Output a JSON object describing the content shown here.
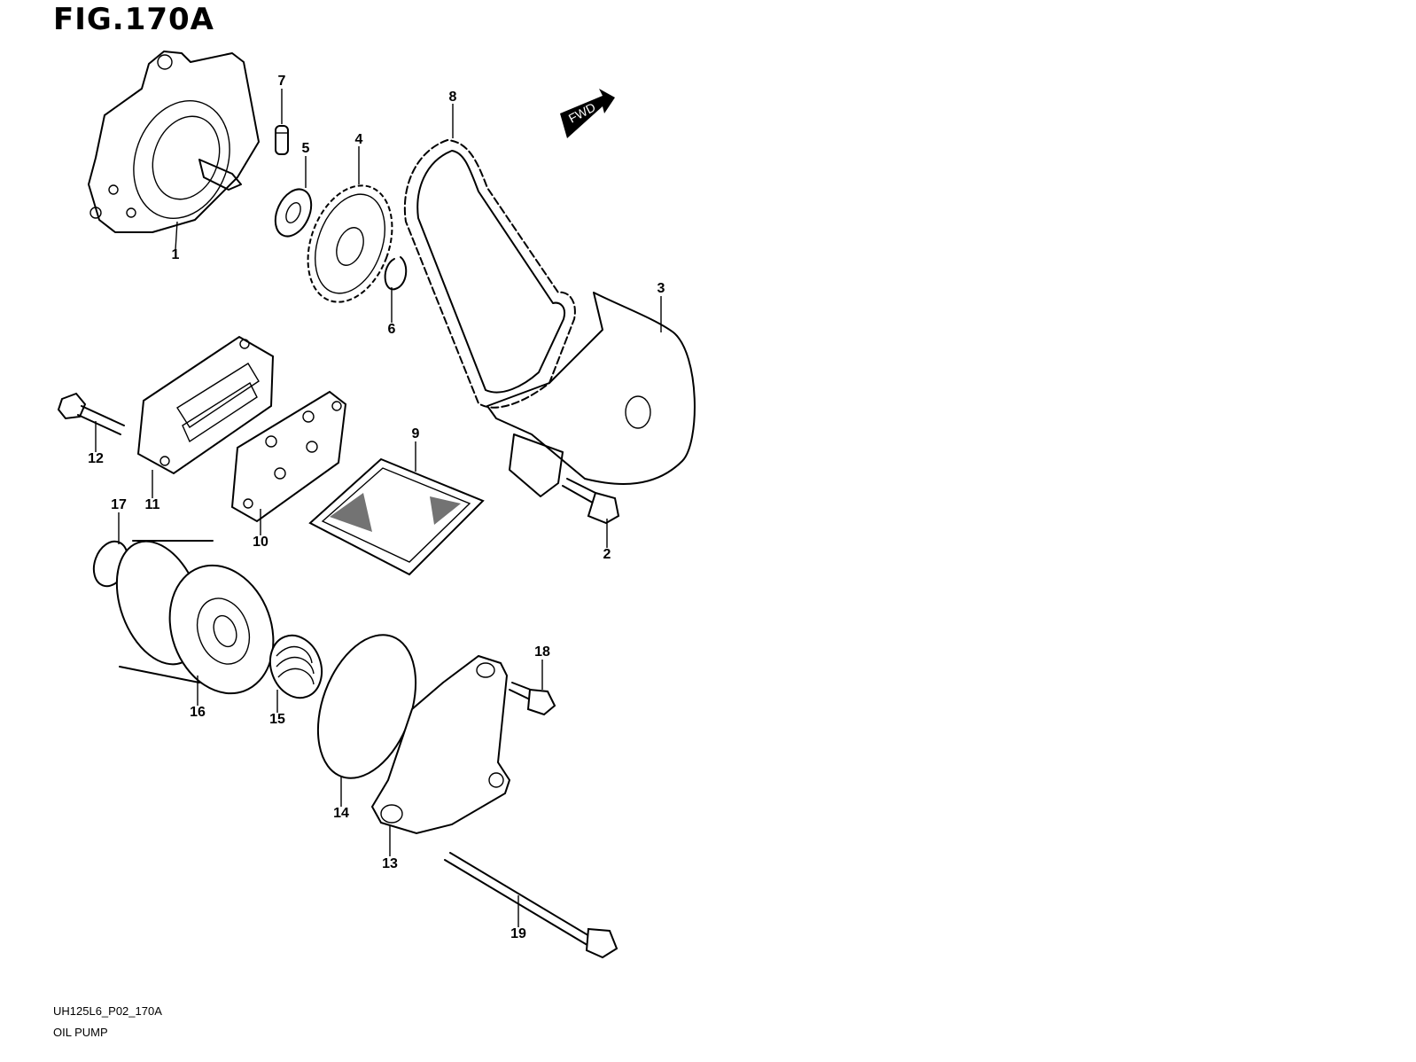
{
  "title": "FIG.170A",
  "footer": {
    "code": "UH125L6_P02_170A",
    "name": "OIL PUMP"
  },
  "fwd_badge": "FWD",
  "callouts": [
    {
      "id": "1",
      "label": "1"
    },
    {
      "id": "2",
      "label": "2"
    },
    {
      "id": "3",
      "label": "3"
    },
    {
      "id": "4",
      "label": "4"
    },
    {
      "id": "5",
      "label": "5"
    },
    {
      "id": "6",
      "label": "6"
    },
    {
      "id": "7",
      "label": "7"
    },
    {
      "id": "8",
      "label": "8"
    },
    {
      "id": "9",
      "label": "9"
    },
    {
      "id": "10",
      "label": "10"
    },
    {
      "id": "11",
      "label": "11"
    },
    {
      "id": "12",
      "label": "12"
    },
    {
      "id": "13",
      "label": "13"
    },
    {
      "id": "14",
      "label": "14"
    },
    {
      "id": "15",
      "label": "15"
    },
    {
      "id": "16",
      "label": "16"
    },
    {
      "id": "17",
      "label": "17"
    },
    {
      "id": "18",
      "label": "18"
    },
    {
      "id": "19",
      "label": "19"
    }
  ]
}
